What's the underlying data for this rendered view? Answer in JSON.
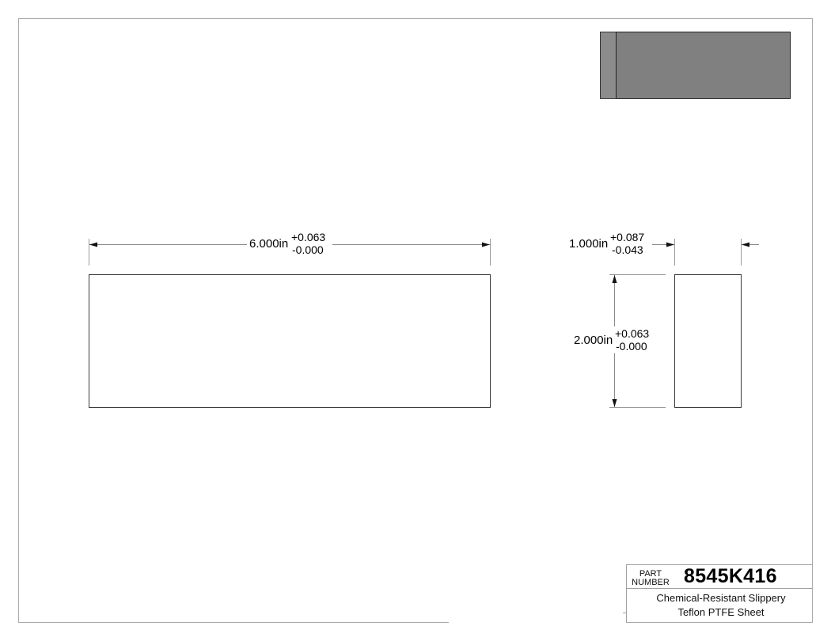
{
  "drawing": {
    "units": "in",
    "colors": {
      "frame": "#a9a9a9",
      "outline": "#3a3a3a",
      "dimension_line": "#8a8a8a",
      "iso_front": "#808080",
      "iso_side": "#8c8c8c"
    },
    "front_view": {
      "width_dimension": {
        "nominal": "6.000in",
        "tol_plus": "+0.063",
        "tol_minus": "-0.000"
      }
    },
    "side_view": {
      "thickness_dimension": {
        "nominal": "1.000in",
        "tol_plus": "+0.087",
        "tol_minus": "-0.043"
      },
      "height_dimension": {
        "nominal": "2.000in",
        "tol_plus": "+0.063",
        "tol_minus": "-0.000"
      }
    }
  },
  "title_block": {
    "part_label_line1": "PART",
    "part_label_line2": "NUMBER",
    "part_number": "8545K416",
    "description_line1": "Chemical-Resistant Slippery",
    "description_line2": "Teflon PTFE Sheet"
  }
}
